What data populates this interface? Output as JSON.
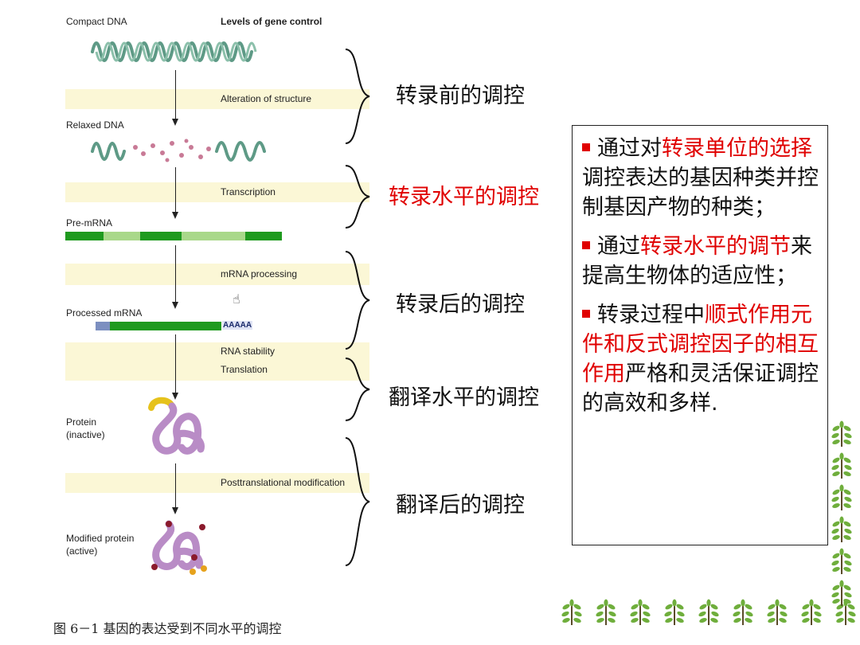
{
  "figure": {
    "header_left": "Compact DNA",
    "header_right": "Levels of gene control",
    "stages": {
      "relaxed_dna": "Relaxed DNA",
      "pre_mrna": "Pre-mRNA",
      "processed_mrna": "Processed mRNA",
      "protein": "Protein\n(inactive)",
      "modified_protein": "Modified protein\n(active)"
    },
    "processes": {
      "alteration": "Alteration of structure",
      "transcription": "Transcription",
      "mrna_processing": "mRNA processing",
      "rna_stability": "RNA stability",
      "translation": "Translation",
      "posttranslational": "Posttranslational modification"
    },
    "poly_a": "AAAAA"
  },
  "levels": [
    {
      "text": "转录前的调控",
      "color": "#111111"
    },
    {
      "text": "转录水平的调控",
      "color": "#e00000"
    },
    {
      "text": "转录后的调控",
      "color": "#111111"
    },
    {
      "text": "翻译水平的调控",
      "color": "#111111"
    },
    {
      "text": "翻译后的调控",
      "color": "#111111"
    }
  ],
  "textbox": {
    "p1": {
      "a": "通过对",
      "b": "转录单位的选择",
      "c": "调控表达的基因种类并控制基因产物的种类；"
    },
    "p2": {
      "a": "通过",
      "b": "转录水平的调节",
      "c": "来提高生物体的适应性；"
    },
    "p3": {
      "a": "转录过程中",
      "b": "顺式作用元件和反式调控因子的相互作用",
      "c": "严格和灵活保证调控的高效和多样."
    }
  },
  "caption": "图 6－1  基因的表达受到不同水平的调控",
  "colors": {
    "accent_red": "#e00000",
    "band": "#fbf7d6",
    "mrna_dark": "#1f9a1f",
    "mrna_light": "#a9d88a",
    "protein": "#b98cc6",
    "cap": "#e6c21c"
  }
}
